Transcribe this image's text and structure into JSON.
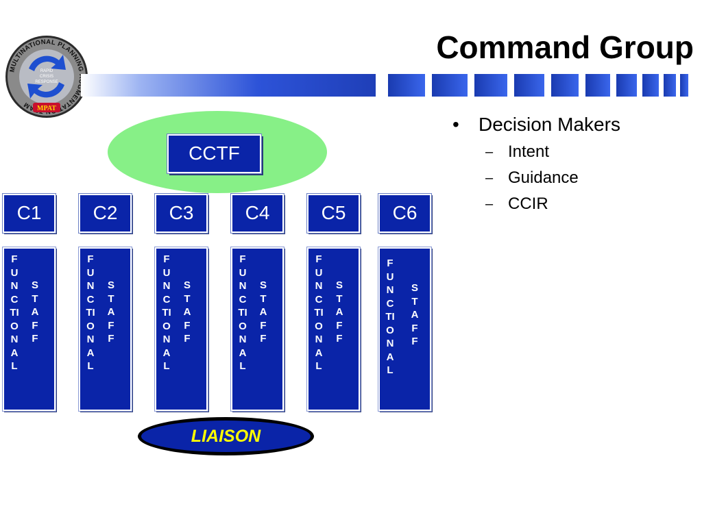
{
  "slide": {
    "title": "Command Group",
    "logo": {
      "ring_text": "MULTINATIONAL PLANNING AUGMENTATION TEAM",
      "center_text": "RAPID CRISIS RESPONSE",
      "badge": "MPAT"
    }
  },
  "bullets": {
    "main": "Decision Makers",
    "subs": [
      "Intent",
      "Guidance",
      "CCIR"
    ]
  },
  "org": {
    "commander": "CCTF",
    "staff_sections": [
      {
        "label": "C1",
        "functional": "FUNCTIONAL",
        "staff": "STAFF"
      },
      {
        "label": "C2",
        "functional": "FUNCTIONAL",
        "staff": "STAFF"
      },
      {
        "label": "C3",
        "functional": "FUNCTIONAL",
        "staff": "STAFF"
      },
      {
        "label": "C4",
        "functional": "FUNCTIONAL",
        "staff": "STAFF"
      },
      {
        "label": "C5",
        "functional": "FUNCTIONAL",
        "staff": "STAFF"
      },
      {
        "label": "C6",
        "functional": "FUNCTIONAL",
        "staff": "STAFF"
      }
    ],
    "liaison": "LIAISON"
  },
  "colors": {
    "box_blue": "#0a24a8",
    "command_ellipse": "#87f087",
    "liaison_text": "#ffff00"
  }
}
